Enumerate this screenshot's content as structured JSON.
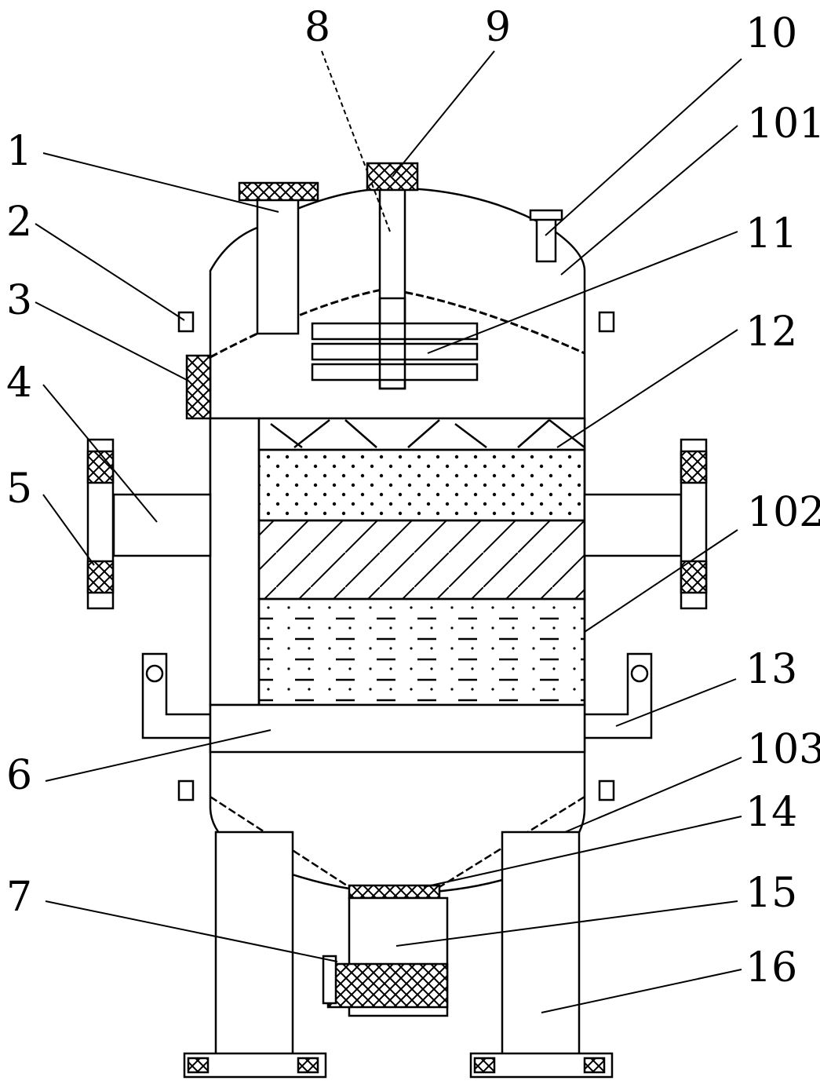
{
  "callouts": [
    {
      "id": "1",
      "label": "1"
    },
    {
      "id": "2",
      "label": "2"
    },
    {
      "id": "3",
      "label": "3"
    },
    {
      "id": "4",
      "label": "4"
    },
    {
      "id": "5",
      "label": "5"
    },
    {
      "id": "6",
      "label": "6"
    },
    {
      "id": "7",
      "label": "7"
    },
    {
      "id": "8",
      "label": "8"
    },
    {
      "id": "9",
      "label": "9"
    },
    {
      "id": "10",
      "label": "10"
    },
    {
      "id": "101",
      "label": "101"
    },
    {
      "id": "11",
      "label": "11"
    },
    {
      "id": "12",
      "label": "12"
    },
    {
      "id": "102",
      "label": "102"
    },
    {
      "id": "13",
      "label": "13"
    },
    {
      "id": "103",
      "label": "103"
    },
    {
      "id": "14",
      "label": "14"
    },
    {
      "id": "15",
      "label": "15"
    },
    {
      "id": "16",
      "label": "16"
    }
  ],
  "colors": {
    "line": "#000000",
    "background": "#ffffff"
  }
}
